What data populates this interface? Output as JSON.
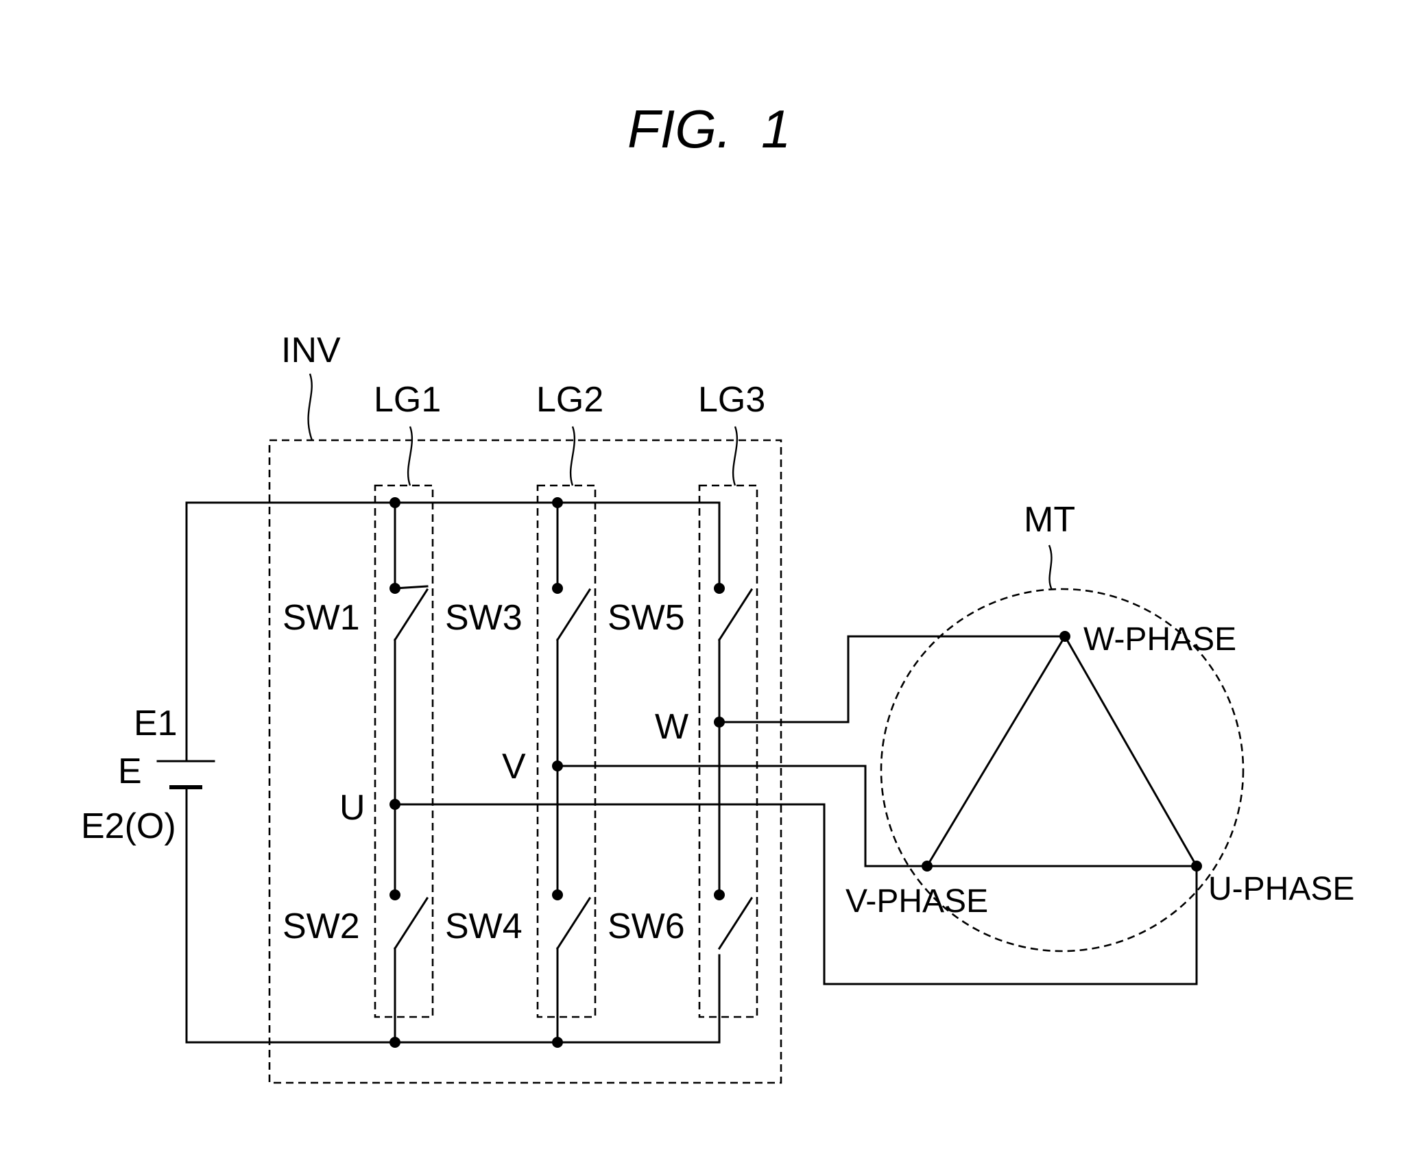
{
  "figure": {
    "title": "FIG.  1",
    "labels": {
      "inverter": "INV",
      "leg1": "LG1",
      "leg2": "LG2",
      "leg3": "LG3",
      "motor": "MT",
      "sw1": "SW1",
      "sw2": "SW2",
      "sw3": "SW3",
      "sw4": "SW4",
      "sw5": "SW5",
      "sw6": "SW6",
      "node_u": "U",
      "node_v": "V",
      "node_w": "W",
      "source_pos": "E1",
      "source": "E",
      "source_neg": "E2(O)",
      "w_phase": "W-PHASE",
      "v_phase": "V-PHASE",
      "u_phase": "U-PHASE"
    }
  }
}
